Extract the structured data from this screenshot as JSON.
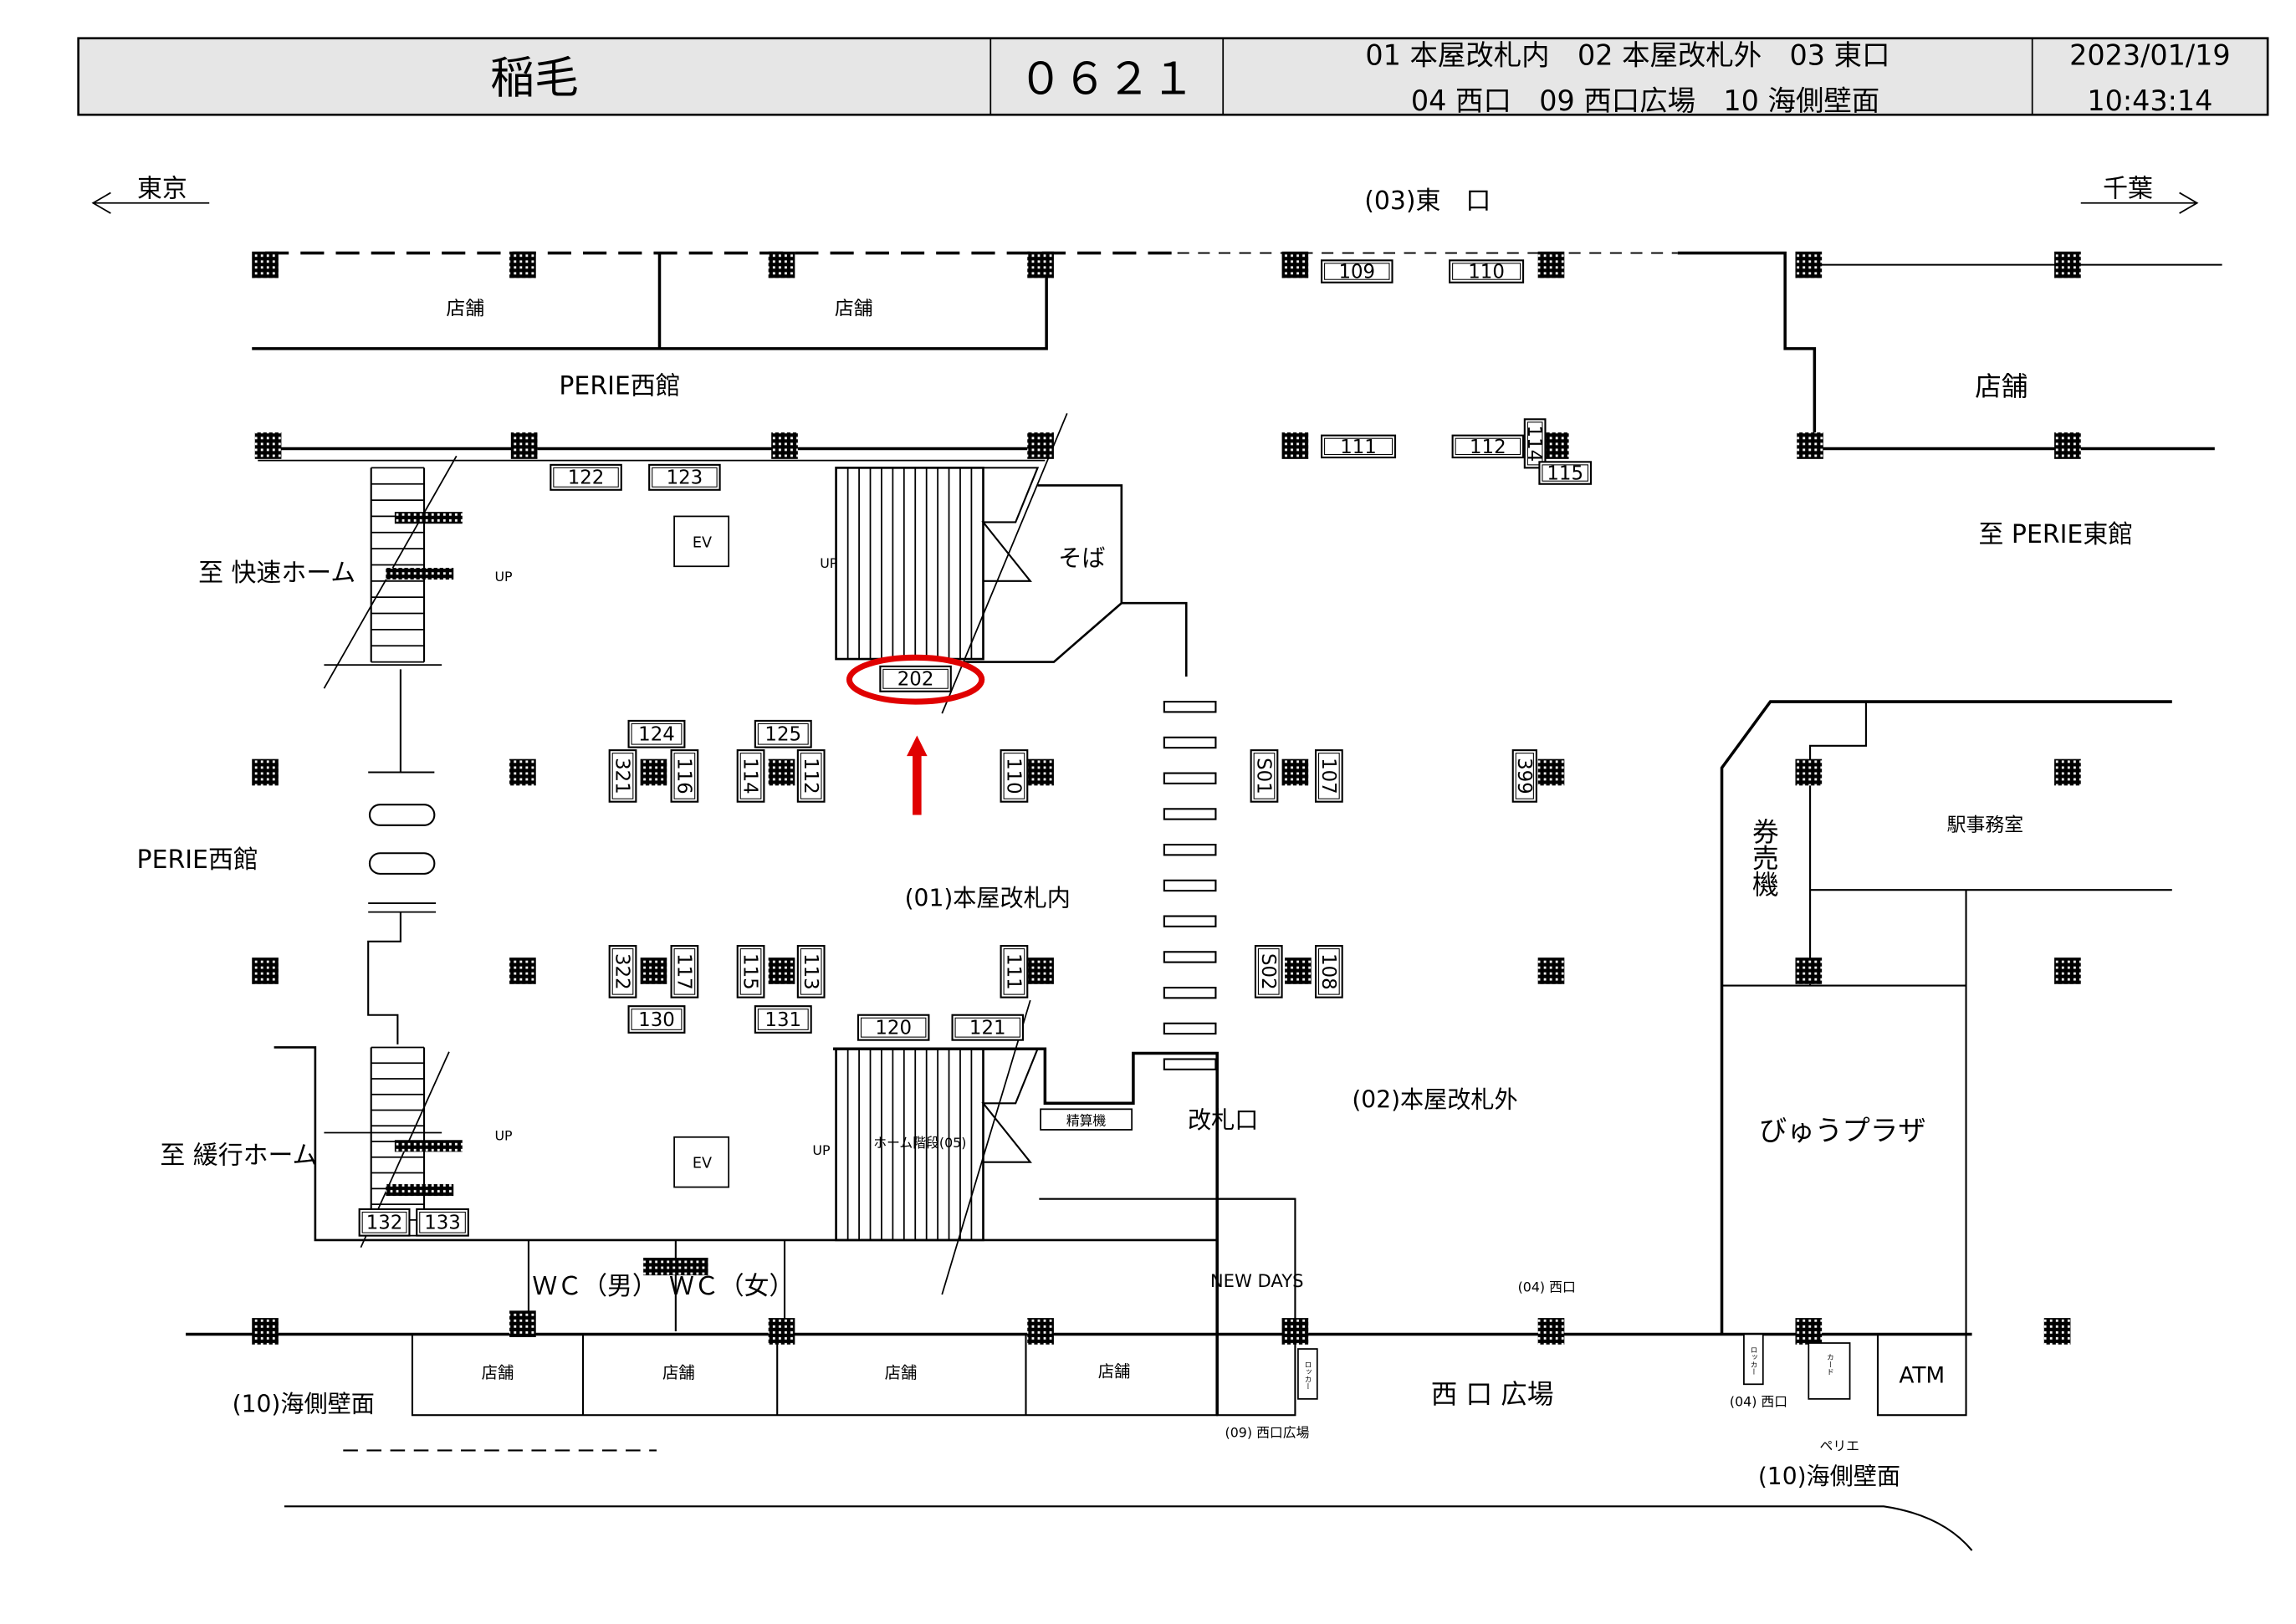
{
  "header": {
    "station_name": "稲毛",
    "code": "０６２１",
    "areas_line1": "01 本屋改札内　02 本屋改札外　03 東口",
    "areas_line2": "04 西口　09 西口広場　10 海側壁面",
    "date": "2023/01/19",
    "time": "10:43:14"
  },
  "directions": {
    "left": "東京",
    "right": "千葉"
  },
  "labels": {
    "east_exit": "(03)東　口",
    "shop": "店舗",
    "perie_west": "PERIE西館",
    "perie_west2": "PERIE西館",
    "perie_east": "至 PERIE東館",
    "rapid_platform": "至 快速ホーム",
    "local_platform": "至 緩行ホーム",
    "soba": "そば",
    "up": "UP",
    "ev": "EV",
    "inside_gate": "(01)本屋改札内",
    "outside_gate": "(02)本屋改札外",
    "ticket_gate": "改札口",
    "fare_machine": "精算機",
    "platform_stairs": "ホーム階段(05)",
    "ticket_machine": "券売機",
    "station_office": "駅事務室",
    "view_plaza": "びゅうプラザ",
    "wc_men": "ＷＣ（男）",
    "wc_women": "ＷＣ（女）",
    "newdays": "NEW DAYS",
    "west_exit_small": "(04) 西口",
    "west_plaza": "西 口 広場",
    "west_plaza_small": "(09) 西口広場",
    "sea_wall": "(10)海側壁面",
    "perie": "ペリエ",
    "atm": "ATM",
    "locker": "ロッカー",
    "card": "カード"
  },
  "ad_boards": [
    "109",
    "110",
    "111",
    "112",
    "114",
    "115",
    "122",
    "123",
    "202",
    "124",
    "125",
    "321",
    "116",
    "114",
    "112",
    "110",
    "S01",
    "107",
    "399",
    "322",
    "117",
    "115",
    "113",
    "111",
    "S02",
    "108",
    "130",
    "131",
    "120",
    "121",
    "132",
    "133"
  ],
  "highlight": {
    "board": "202",
    "color": "#e00000"
  }
}
